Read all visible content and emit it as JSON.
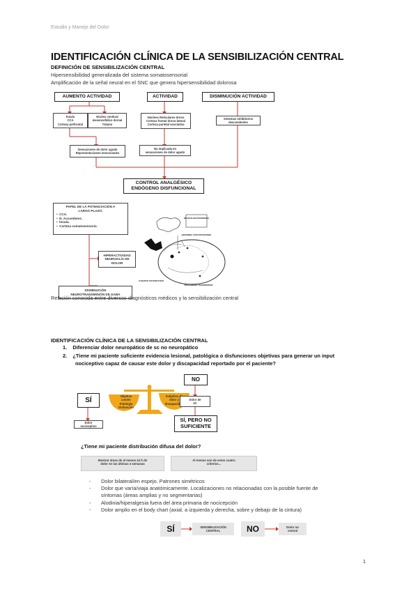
{
  "header": "Estudio y Manejo del Dolor",
  "title": "IDENTIFICACIÓN CLÍNICA DE LA SENSIBILIZACIÓN CENTRAL",
  "definition": {
    "heading": "DEFINICIÓN DE SENSIBILIZACIÓN CENTRAL",
    "lines": [
      "Hipersensibilidad generalizada del sistema somatosensorial",
      "Amplificación de la señal neural en el SNC que genera hipersensibilidad dolorosa"
    ]
  },
  "diagram1": {
    "aumento": "AUMENTO ACTIVIDAD",
    "actividad": "ACTIVIDAD",
    "disminucion": "DISMINUCIÓN ACTIVIDAD",
    "aumento_a": [
      "Ínsula",
      "CCA",
      "Corteza prefrontal"
    ],
    "aumento_b": [
      "Núcleo cerebral",
      "mesencefálico dorsal",
      "Tálamo"
    ],
    "actividad_a": [
      "Núcleos Reticulares dorso",
      "Corteza frontal dorso-lateral",
      "Corteza parietal asociativa"
    ],
    "disminucion_a": [
      "Sistemas inhibitorios",
      "descendentes"
    ],
    "result_left": [
      "Sensaciones de dolor agudo",
      "Representaciones emocionales"
    ],
    "result_mid": [
      "No implicada en",
      "sensaciones de dolor agudo"
    ],
    "control": [
      "CONTROL ANALGÉSICO",
      "ENDÓGENO DISFUNCIONAL"
    ]
  },
  "diagram2": {
    "papel_title": [
      "PAPEL DE LA POTENCIACIÓN A",
      "LARGO PLAZO:"
    ],
    "papel_items": [
      "CCA.",
      "N. Accumbens.",
      "Ínsula.",
      "Corteza somatosensoria."
    ],
    "hiperactividad": [
      "HIPERACTIVIDAD",
      "NEUROGLÍA DE",
      "DOLOR"
    ],
    "disminucion": [
      "DISMINUCIÓN",
      "NEUROTRANSMISIÓN DE GABA"
    ],
    "fig_labels": {
      "top": "BRAIN SLEEP DISORDERS",
      "mid": "ABNORMAL PAIN PROCESSING",
      "bottom": "DESCENDING TRANSMISSION",
      "left": "SYNAPTIC POTENTIATION"
    }
  },
  "relacion": "Relación conocida entre diversos diagnósticos médicos y la sensibilización central",
  "section2": {
    "heading": "IDENTIFICACIÓN CLÍNICA DE LA SENSIBILIZACIÓN CENTRAL",
    "item1_num": "1.",
    "item1": "Diferenciar dolor neuropático de sc no neuropático",
    "item2_num": "2.",
    "item2_l1": "¿Tiene mi paciente suficiente evidencia lesional, patológica o disfunciones objetivas para generar un input",
    "item2_l2": "nociceptivo capaz de causar este dolor y discapacidad reportado por el paciente?"
  },
  "scale": {
    "si": "SÍ",
    "si_result": [
      "Dolor",
      "nociceptivo"
    ],
    "left_pan": [
      "Objetivo",
      "Lesión",
      "Patología",
      "Disfunción"
    ],
    "right_pan": [
      "Subjetivo de",
      "dolor y",
      "discapacidad"
    ],
    "no": "NO",
    "no_result": [
      "Dolor de",
      "SC"
    ],
    "si_pero": [
      "SÍ, PERO NO",
      "SUFICIENTE"
    ]
  },
  "q3": "¿Tiene mi paciente distribución difusa del dolor?",
  "gray_left": [
    "Mostrar áreas de al menos 24 h de",
    "dolor en las últimas 4 semanas"
  ],
  "gray_right": [
    "Al menos uno de estos cuatro",
    "criterios..."
  ],
  "bullets": [
    "Dolor bilateral/en espejo. Patrones simétricos",
    "Dolor que varía/viaja anatómicamente. Localizaciones no relacionadas con la posible fuente de",
    "síntomas (áreas amplias y no segmentarias)",
    "Alodinia/hiperalgesia fuera del área primaria de nocicepción",
    "Dolor amplio en el body chart (axial, a izquierda y derecha, sobre y debajo de la cintura)"
  ],
  "final": {
    "si": "SÍ",
    "si_result": [
      "SENSIBILIZACIÓN",
      "CENTRAL"
    ],
    "no": "NO",
    "no_result": [
      "Dolor no",
      "central"
    ]
  },
  "page_number": "1"
}
